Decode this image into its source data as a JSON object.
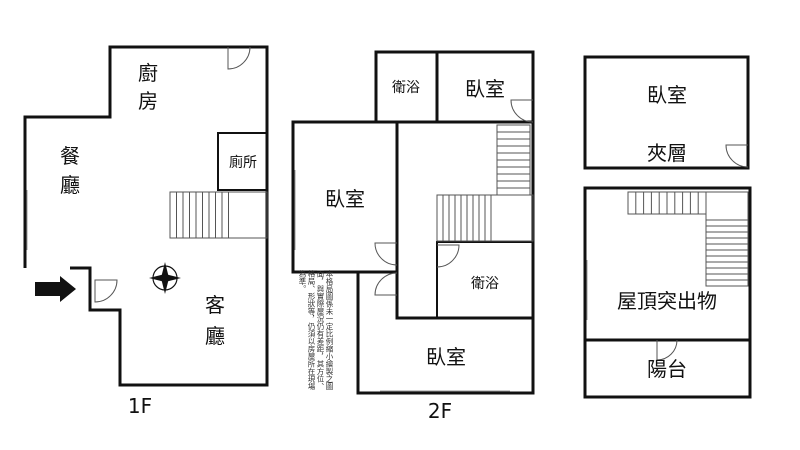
{
  "floors": [
    {
      "label": "1F",
      "rooms": [
        "廚\n房",
        "餐\n廳",
        "廁所",
        "客\n廳"
      ]
    },
    {
      "label": "2F",
      "rooms": [
        "衛浴",
        "臥室",
        "臥室",
        "衛浴",
        "臥室"
      ]
    },
    {
      "label": "",
      "rooms": [
        "臥室",
        "夾層",
        "屋頂突出物",
        "陽台"
      ]
    }
  ],
  "f1": {
    "label": "1F",
    "kitchen_1": "廚",
    "kitchen_2": "房",
    "dining_1": "餐",
    "dining_2": "廳",
    "toilet": "廁所",
    "living_1": "客",
    "living_2": "廳"
  },
  "f2": {
    "label": "2F",
    "bath_top": "衛浴",
    "bedroom_top": "臥室",
    "bedroom_left": "臥室",
    "bath_mid": "衛浴",
    "bedroom_bottom": "臥室"
  },
  "f3": {
    "bedroom": "臥室",
    "mezzanine": "夾層",
    "rooftop": "屋頂突出物",
    "balcony": "陽台"
  },
  "disclaimer": "本格局圖係未一定比例縮小繪製之圖面，與實際屋況仍有差距，其方位、格局、形狀等，仍須以房屋所在現場為準。"
}
